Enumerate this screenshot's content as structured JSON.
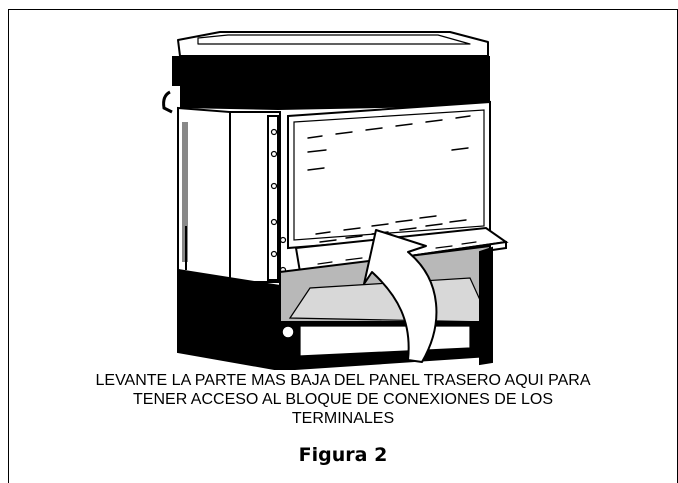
{
  "figure": {
    "caption_lines": [
      "LEVANTE LA PARTE MAS BAJA DEL PANEL TRASERO AQUI PARA",
      "TENER ACCESO AL BLOQUE DE CONEXIONES DE LOS",
      "TERMINALES"
    ],
    "label": "Figura 2"
  },
  "colors": {
    "ink": "#000000",
    "paper": "#ffffff",
    "shade": "#b8b8b8"
  },
  "icons": {
    "arrow": "curved-up-arrow-icon"
  }
}
